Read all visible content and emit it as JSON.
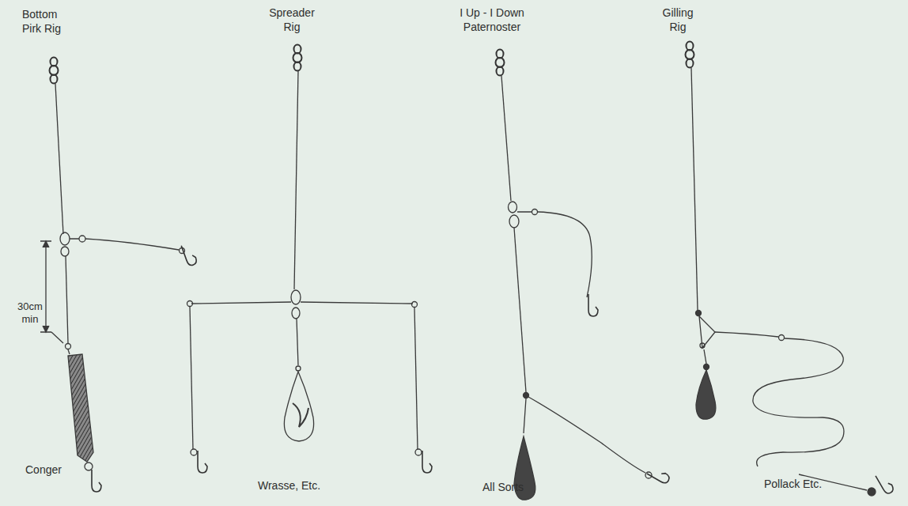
{
  "diagram": {
    "labels": [
      "Bottom Pirk Rig",
      "Spreader Rig",
      "I Up - I Down Paternoster",
      "Gilling Rig",
      "30cm min",
      "Conger",
      "Wrasse, Etc.",
      "All Sorts",
      "Pollack Etc."
    ]
  }
}
